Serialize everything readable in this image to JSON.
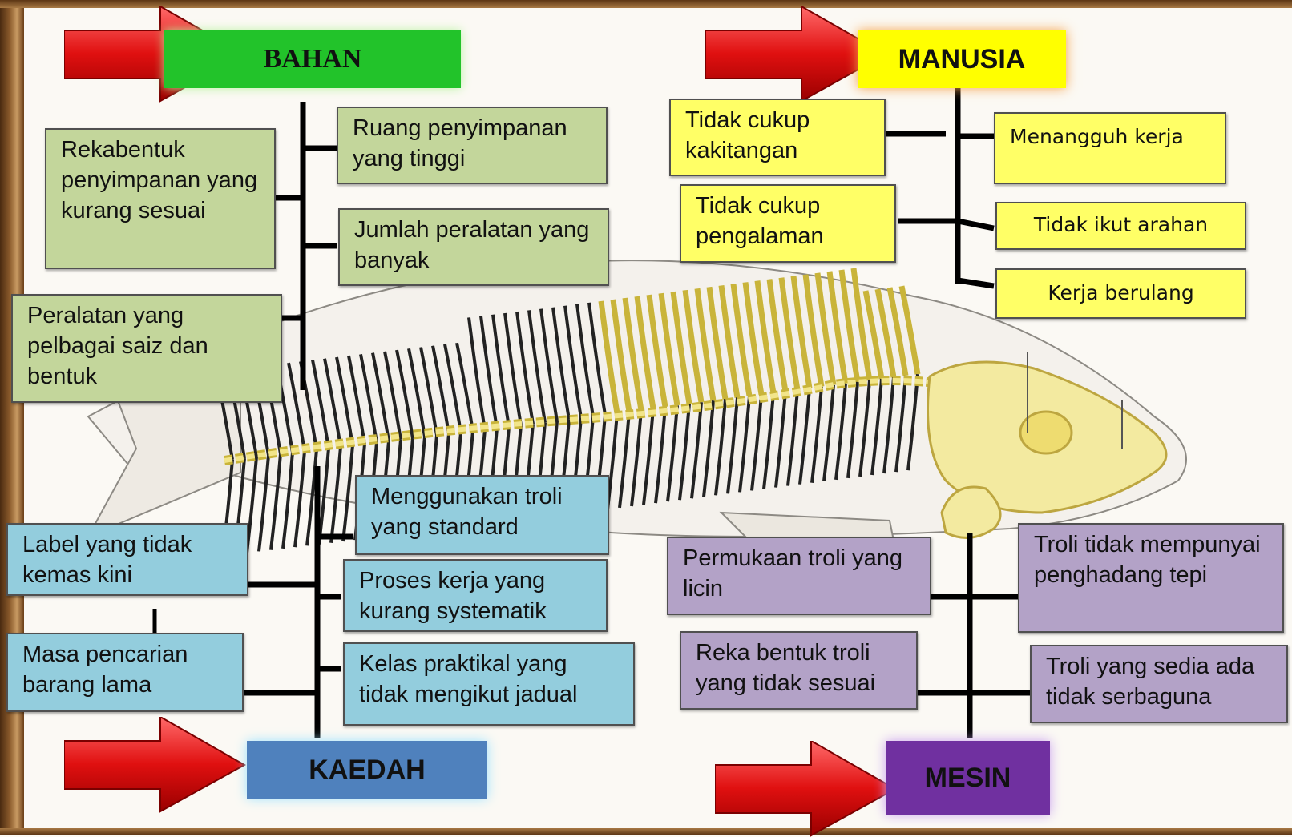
{
  "headers": {
    "bahan": "BAHAN",
    "manusia": "MANUSIA",
    "kaedah": "KAEDAH",
    "mesin": "MESIN"
  },
  "bahan": {
    "ruang": "Ruang penyimpanan yang tinggi",
    "jumlah": "Jumlah peralatan yang banyak",
    "rekabentuk": "Rekabentuk penyimpanan yang kurang sesuai",
    "peralatan": "Peralatan yang pelbagai saiz dan bentuk"
  },
  "manusia": {
    "kakitangan": "Tidak cukup kakitangan",
    "pengalaman": "Tidak cukup pengalaman",
    "menangguh": "Menangguh kerja",
    "arahan": "Tidak ikut arahan",
    "berulang": "Kerja berulang"
  },
  "kaedah": {
    "troli": "Menggunakan troli yang standard",
    "label": "Label yang tidak kemas kini",
    "proses": "Proses kerja yang kurang systematik",
    "masa": "Masa pencarian barang lama",
    "kelas": "Kelas praktikal yang tidak mengikut jadual"
  },
  "mesin": {
    "permukaan": "Permukaan troli yang licin",
    "penghadang": "Troli tidak mempunyai penghadang tepi",
    "rekabentuk": "Reka bentuk troli yang tidak sesuai",
    "serbaguna": "Troli yang sedia ada tidak serbaguna"
  },
  "colors": {
    "bahan_header": "#22c32a",
    "manusia_header": "#ffff00",
    "kaedah_header": "#4f81bd",
    "mesin_header": "#7030a0",
    "arrow": "#e01010",
    "bone": "#f3eaa0"
  }
}
